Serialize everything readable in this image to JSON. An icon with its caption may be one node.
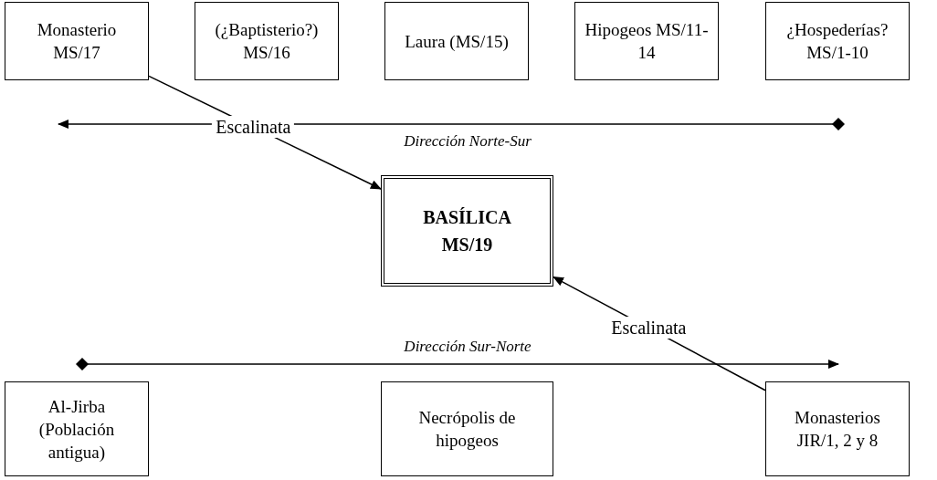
{
  "diagram": {
    "nodes": [
      {
        "text": [
          "Monasterio MS/17"
        ]
      },
      {
        "text": [
          "(¿Baptisterio?) MS/16"
        ]
      },
      {
        "text": [
          "Laura (MS/15)"
        ]
      },
      {
        "text": [
          "Hipogeos MS/11-14"
        ]
      },
      {
        "text": [
          "¿Hospederías? MS/1-10"
        ]
      },
      {
        "text": [
          "BASÍLICA MS/19"
        ]
      },
      {
        "text": [
          "Al-Jirba (Población antigua)"
        ]
      },
      {
        "text": [
          "Necrópolis de hipogeos"
        ]
      },
      {
        "text": [
          "Monasterios JIR/1, 2 y 8"
        ]
      }
    ],
    "edges": [
      {
        "from": 0,
        "to": 5,
        "arrow": "to",
        "label": "Escalinata"
      },
      {
        "from": 8,
        "to": 5,
        "arrow": "to",
        "label": "Escalinata"
      }
    ],
    "labels": [
      "Dirección Norte-Sur",
      "Dirección Sur-Norte"
    ]
  }
}
